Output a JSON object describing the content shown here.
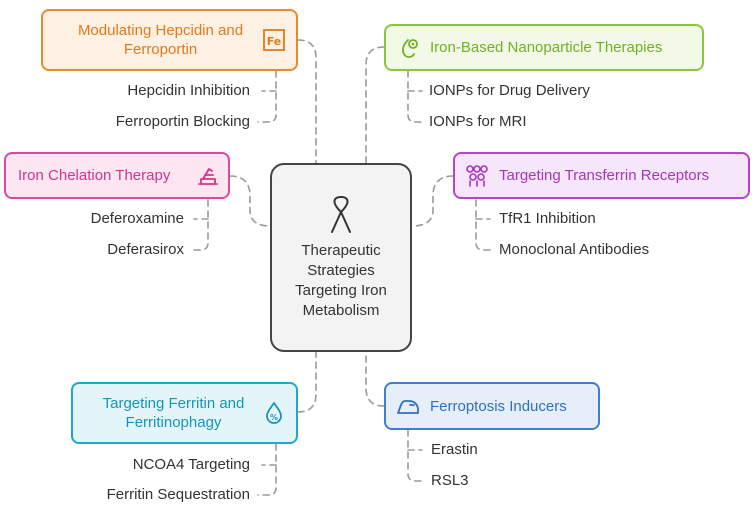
{
  "center": {
    "title": "Therapeutic Strategies Targeting Iron Metabolism",
    "icon": "ribbon-icon"
  },
  "branches": [
    {
      "id": "hepcidin",
      "title": "Modulating Hepcidin and Ferroportin",
      "icon": "fe-element-icon",
      "color": "#e8892e",
      "fill": "#fdf1e4",
      "items": [
        "Hepcidin Inhibition",
        "Ferroportin Blocking"
      ]
    },
    {
      "id": "nanoparticle",
      "title": "Iron-Based Nanoparticle Therapies",
      "icon": "nanoparticle-icon",
      "color": "#8cc63f",
      "fill": "#f2f9e6",
      "items": [
        "IONPs for Drug Delivery",
        "IONPs for MRI"
      ]
    },
    {
      "id": "chelation",
      "title": "Iron Chelation Therapy",
      "icon": "scale-icon",
      "color": "#e0489a",
      "fill": "#fce6f2",
      "items": [
        "Deferoxamine",
        "Deferasirox"
      ]
    },
    {
      "id": "transferrin",
      "title": "Targeting Transferrin Receptors",
      "icon": "receptor-icon",
      "color": "#b545c9",
      "fill": "#f6e6fa",
      "items": [
        "TfR1 Inhibition",
        "Monoclonal Antibodies"
      ]
    },
    {
      "id": "ferritin",
      "title": "Targeting Ferritin and Ferritinophagy",
      "icon": "percent-drop-icon",
      "color": "#1ea8c9",
      "fill": "#e4f5fa",
      "items": [
        "NCOA4 Targeting",
        "Ferritin Sequestration"
      ]
    },
    {
      "id": "ferroptosis",
      "title": "Ferroptosis Inducers",
      "icon": "iron-appliance-icon",
      "color": "#3d7fd0",
      "fill": "#e6eefa",
      "items": [
        "Erastin",
        "RSL3"
      ]
    }
  ]
}
